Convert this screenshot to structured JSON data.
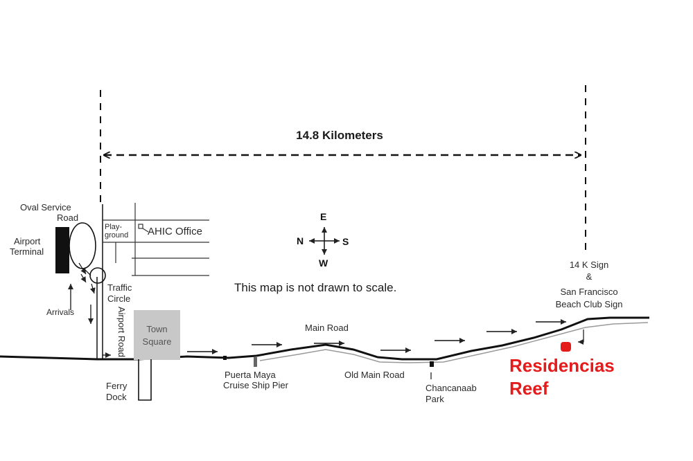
{
  "distance": {
    "label": "14.8 Kilometers"
  },
  "disclaimer": "This map is not drawn to scale.",
  "compass": {
    "north": "N",
    "east": "E",
    "south": "S",
    "west": "W"
  },
  "labels": {
    "oval_service_road": [
      "Oval Service",
      "Road"
    ],
    "airport_terminal": [
      "Airport",
      "Terminal"
    ],
    "playground": [
      "Play-",
      "ground"
    ],
    "ahic_office": "AHIC Office",
    "traffic_circle": [
      "Traffic",
      "Circle"
    ],
    "arrivals": "Arrivals",
    "airport_road": "Airport Road",
    "town_square": [
      "Town",
      "Square"
    ],
    "ferry_dock": [
      "Ferry",
      "Dock"
    ],
    "puerta_maya": [
      "Puerta Maya",
      "Cruise Ship Pier"
    ],
    "main_road": "Main Road",
    "old_main_road": "Old Main Road",
    "chancanaab_park": [
      "Chancanaab",
      "Park"
    ],
    "sign": [
      "14 K Sign",
      "&",
      "San Francisco",
      "Beach Club Sign"
    ]
  },
  "destination": {
    "line1": "Residencias",
    "line2": "Reef"
  },
  "colors": {
    "destination": "#e41b1b",
    "line": "#111111",
    "town_square": "#c8c8c8"
  }
}
